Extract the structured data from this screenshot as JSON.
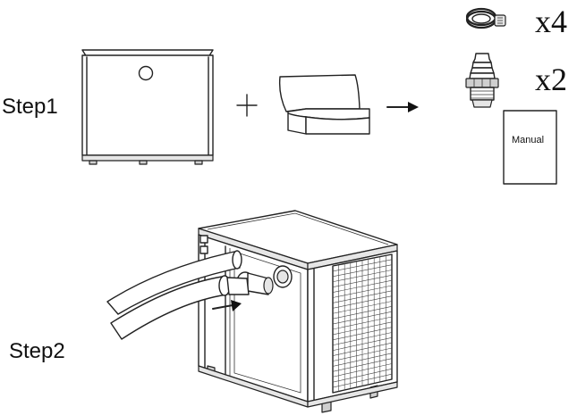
{
  "step1": {
    "label": "Step1"
  },
  "step2": {
    "label": "Step2"
  },
  "accessories": {
    "clamp_qty": "x4",
    "connector_qty": "x2",
    "manual_label": "Manual"
  },
  "colors": {
    "line": "#222222",
    "background": "#ffffff"
  }
}
